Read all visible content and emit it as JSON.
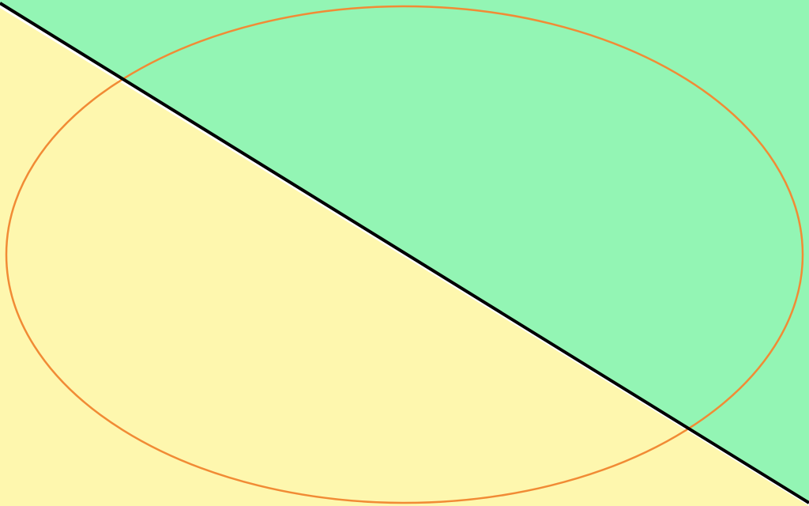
{
  "figure": {
    "regions": [
      {
        "name": "upper-right-region",
        "color": "#93f5b4"
      },
      {
        "name": "lower-left-region",
        "color": "#fef7ae"
      }
    ],
    "diagonal_line": {
      "color": "#000000"
    },
    "ellipse": {
      "stroke_color": "#f18b35",
      "fill": "none"
    }
  }
}
